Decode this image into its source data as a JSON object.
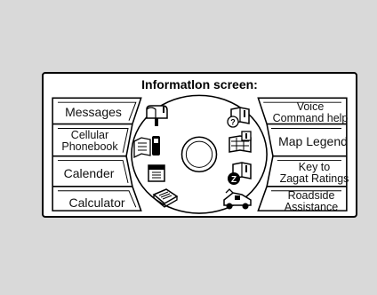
{
  "screen": {
    "title": "Informatlon screen:",
    "left_buttons": [
      {
        "id": "messages",
        "lines": [
          "Messages"
        ]
      },
      {
        "id": "phonebook",
        "lines": [
          "Cellular",
          "Phonebook"
        ]
      },
      {
        "id": "calender",
        "lines": [
          "Calender"
        ]
      },
      {
        "id": "calculator",
        "lines": [
          "Calculator"
        ]
      }
    ],
    "right_buttons": [
      {
        "id": "voice-help",
        "lines": [
          "Voice",
          "Command help"
        ]
      },
      {
        "id": "map-legend",
        "lines": [
          "Map Legend"
        ]
      },
      {
        "id": "zagat",
        "lines": [
          "Key to",
          "Zagat Ratings"
        ]
      },
      {
        "id": "roadside",
        "lines": [
          "Roadside",
          "Assistance"
        ]
      }
    ],
    "icons": [
      "mailbox-icon",
      "help-book-icon",
      "phone-icon",
      "map-book-icon",
      "calendar-icon",
      "zagat-book-icon",
      "calculator-icon",
      "tow-truck-icon"
    ]
  }
}
